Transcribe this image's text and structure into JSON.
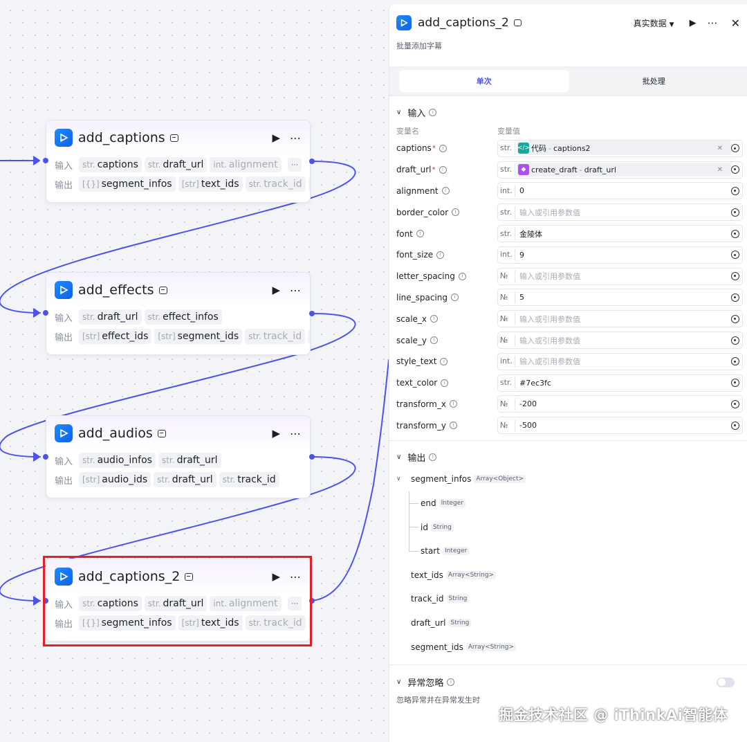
{
  "canvas": {
    "nodes": [
      {
        "title": "add_captions",
        "inputs_label": "输入",
        "outputs_label": "输出",
        "inputs": [
          {
            "type": "str.",
            "name": "captions"
          },
          {
            "type": "str.",
            "name": "draft_url"
          },
          {
            "type": "int.",
            "name": "alignment"
          }
        ],
        "outputs": [
          {
            "type": "[{}]",
            "name": "segment_infos"
          },
          {
            "type": "[str]",
            "name": "text_ids"
          },
          {
            "type": "str.",
            "name": "track_id"
          }
        ],
        "more": "⋯"
      },
      {
        "title": "add_effects",
        "inputs_label": "输入",
        "outputs_label": "输出",
        "inputs": [
          {
            "type": "str.",
            "name": "draft_url"
          },
          {
            "type": "str.",
            "name": "effect_infos"
          }
        ],
        "outputs": [
          {
            "type": "[str]",
            "name": "effect_ids"
          },
          {
            "type": "[str]",
            "name": "segment_ids"
          },
          {
            "type": "str.",
            "name": "track_id"
          }
        ],
        "more": "⋯"
      },
      {
        "title": "add_audios",
        "inputs_label": "输入",
        "outputs_label": "输出",
        "inputs": [
          {
            "type": "str.",
            "name": "audio_infos"
          },
          {
            "type": "str.",
            "name": "draft_url"
          }
        ],
        "outputs": [
          {
            "type": "[str]",
            "name": "audio_ids"
          },
          {
            "type": "str.",
            "name": "draft_url"
          },
          {
            "type": "str.",
            "name": "track_id"
          }
        ],
        "more": "⋯"
      },
      {
        "title": "add_captions_2",
        "inputs_label": "输入",
        "outputs_label": "输出",
        "inputs": [
          {
            "type": "str.",
            "name": "captions"
          },
          {
            "type": "str.",
            "name": "draft_url"
          },
          {
            "type": "int.",
            "name": "alignment"
          }
        ],
        "outputs": [
          {
            "type": "[{}]",
            "name": "segment_infos"
          },
          {
            "type": "[str]",
            "name": "text_ids"
          },
          {
            "type": "str.",
            "name": "track_id"
          }
        ],
        "more": "⋯"
      }
    ]
  },
  "panel": {
    "title": "add_captions_2",
    "data_mode": "真实数据",
    "description": "批量添加字幕",
    "tabs": [
      "单次",
      "批处理"
    ],
    "input_section": {
      "title": "输入",
      "col_name": "变量名",
      "col_value": "变量值",
      "params": [
        {
          "name": "captions",
          "required": "*",
          "type": "str.",
          "ref": {
            "kind": "code",
            "source": "代码",
            "var": "captions2"
          }
        },
        {
          "name": "draft_url",
          "required": "*",
          "type": "str.",
          "ref": {
            "kind": "cube",
            "source": "create_draft",
            "var": "draft_url"
          }
        },
        {
          "name": "alignment",
          "type": "int.",
          "value": "0"
        },
        {
          "name": "border_color",
          "type": "str.",
          "placeholder": "输入或引用参数值"
        },
        {
          "name": "font",
          "type": "str.",
          "value": "金陵体"
        },
        {
          "name": "font_size",
          "type": "int.",
          "value": "9"
        },
        {
          "name": "letter_spacing",
          "type": "№",
          "placeholder": "输入或引用参数值"
        },
        {
          "name": "line_spacing",
          "type": "№",
          "value": "5"
        },
        {
          "name": "scale_x",
          "type": "№",
          "placeholder": "输入或引用参数值"
        },
        {
          "name": "scale_y",
          "type": "№",
          "placeholder": "输入或引用参数值"
        },
        {
          "name": "style_text",
          "type": "int.",
          "placeholder": "输入或引用参数值"
        },
        {
          "name": "text_color",
          "type": "str.",
          "value": "#7ec3fc"
        },
        {
          "name": "transform_x",
          "type": "№",
          "value": "-200"
        },
        {
          "name": "transform_y",
          "type": "№",
          "value": "-500"
        }
      ]
    },
    "output_section": {
      "title": "输出",
      "items": [
        {
          "name": "segment_infos",
          "type": "Array<Object>",
          "children": [
            {
              "name": "end",
              "type": "Integer"
            },
            {
              "name": "id",
              "type": "String"
            },
            {
              "name": "start",
              "type": "Integer"
            }
          ]
        },
        {
          "name": "text_ids",
          "type": "Array<String>"
        },
        {
          "name": "track_id",
          "type": "String"
        },
        {
          "name": "draft_url",
          "type": "String"
        },
        {
          "name": "segment_ids",
          "type": "Array<String>"
        }
      ]
    },
    "exception_section": {
      "title": "异常忽略",
      "description": "忽略异常并在异常发生时"
    }
  },
  "watermark": "掘金技术社区 @ iThinkAi智能体",
  "colors": {
    "wire": "#4d53e8",
    "selected_outline": "#e3202a",
    "accent": "#4d53e8",
    "required": "#e3202a"
  }
}
